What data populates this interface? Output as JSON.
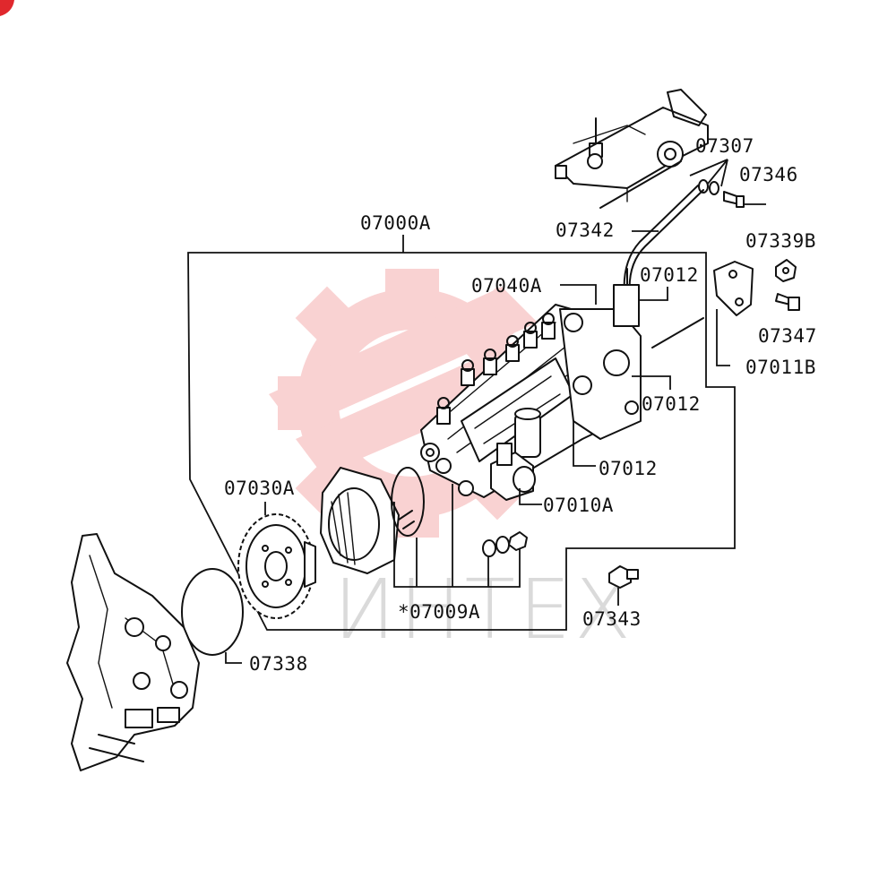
{
  "labels": {
    "p07307": "07307",
    "p07346": "07346",
    "p07342": "07342",
    "p07000A": "07000A",
    "p07339B": "07339B",
    "p07040A": "07040A",
    "p07012_top": "07012",
    "p07347": "07347",
    "p07011B": "07011B",
    "p07012_mid": "07012",
    "p07012_low": "07012",
    "p07030A": "07030A",
    "p07010A": "07010A",
    "p07009A": "*07009A",
    "p07343": "07343",
    "p07338": "07338"
  },
  "watermark": {
    "text": "ИНТЕХ",
    "color": "#e0282d"
  },
  "colors": {
    "ink": "#111111",
    "background": "#ffffff",
    "watermark_red": "#f2a0a0",
    "watermark_gray": "#bdbdbd"
  }
}
